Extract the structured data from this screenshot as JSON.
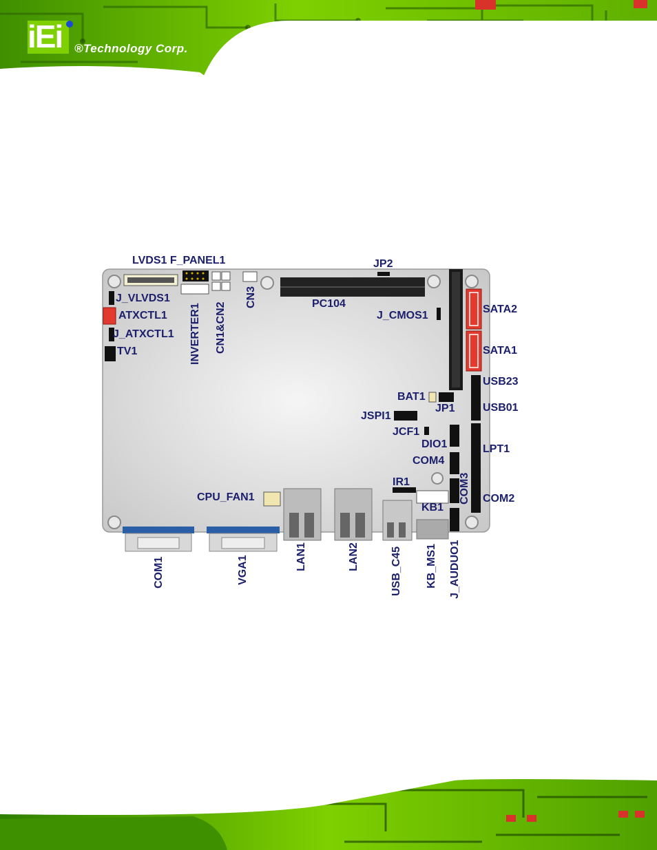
{
  "header": {
    "company": "®Technology Corp.",
    "logo": "iEi",
    "colors": {
      "green": "#7fd000",
      "dark_green": "#2f6a00",
      "accent_red": "#d9322b"
    }
  },
  "figure": {
    "board_labels": {
      "lvds1_fpanel1": "LVDS1  F_PANEL1",
      "jp2": "JP2",
      "j_vlvds1": "J_VLVDS1",
      "atxctl1": "ATXCTL1",
      "j_atxctl1": "J_ATXCTL1",
      "tv1": "TV1",
      "inverter1": "INVERTER1",
      "cn1cn2": "CN1&CN2",
      "cn3": "CN3",
      "pc104": "PC104",
      "j_cmos1": "J_CMOS1",
      "sata2": "SATA2",
      "sata1": "SATA1",
      "usb23": "USB23",
      "bat1": "BAT1",
      "jp1": "JP1",
      "usb01": "USB01",
      "jspi1": "JSPI1",
      "jcf1": "JCF1",
      "dio1": "DIO1",
      "lpt1": "LPT1",
      "com4": "COM4",
      "com3": "COM3",
      "ir1": "IR1",
      "cpu_fan1": "CPU_FAN1",
      "com2": "COM2",
      "kb1": "KB1",
      "com1": "COM1",
      "vga1": "VGA1",
      "lan1": "LAN1",
      "lan2": "LAN2",
      "usb_c45": "USB_C45",
      "kb_ms1": "KB_MS1",
      "j_audio1": "J_AUDUO1"
    },
    "colors": {
      "label": "#1b1f6b",
      "board": "#d9d9d9",
      "sata": "#e23a2e",
      "connector_blue": "#2a5fa8"
    }
  }
}
